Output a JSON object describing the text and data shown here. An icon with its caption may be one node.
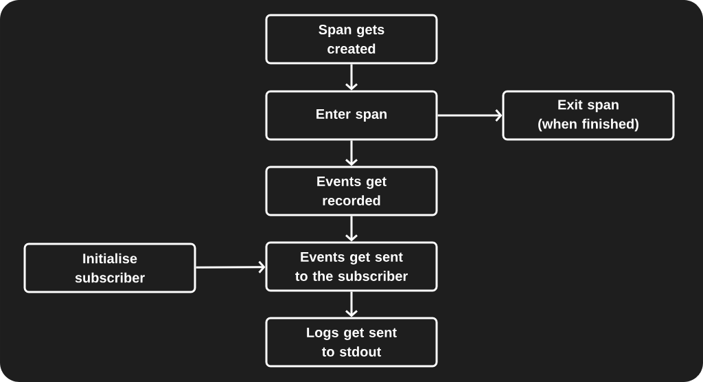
{
  "diagram": {
    "nodes": [
      {
        "text": [
          "Span gets created"
        ]
      },
      {
        "text": [
          "Enter span"
        ]
      },
      {
        "text": [
          "Exit span (when finished)"
        ]
      },
      {
        "text": [
          "Events get recorded"
        ]
      },
      {
        "text": [
          "Initialise subscriber"
        ]
      },
      {
        "text": [
          "Events get sent to the subscriber"
        ]
      },
      {
        "text": [
          "Logs get sent to stdout"
        ]
      }
    ],
    "edges": [
      {
        "from": 0,
        "to": 1,
        "arrow": "to"
      },
      {
        "from": 1,
        "to": 2,
        "arrow": "to"
      },
      {
        "from": 1,
        "to": 3,
        "arrow": "to"
      },
      {
        "from": 3,
        "to": 5,
        "arrow": "to"
      },
      {
        "from": 4,
        "to": 5,
        "arrow": "to"
      },
      {
        "from": 5,
        "to": 6,
        "arrow": "to"
      }
    ]
  }
}
